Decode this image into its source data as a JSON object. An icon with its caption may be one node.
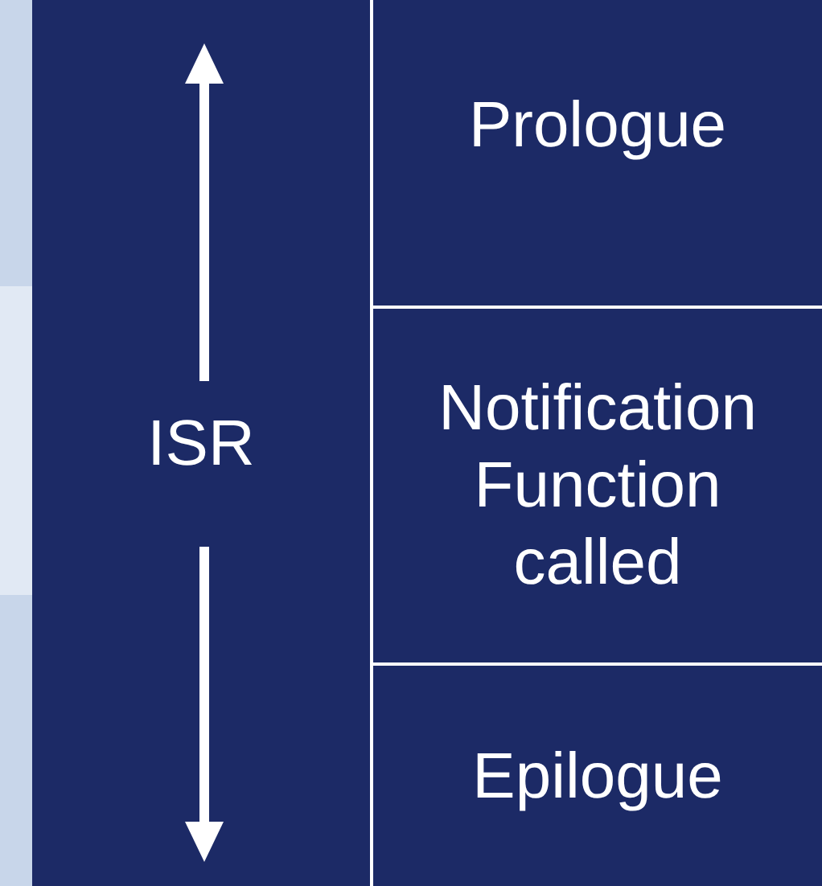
{
  "diagram": {
    "nodes": [
      {
        "text": [
          "ISR"
        ]
      },
      {
        "text": [
          "Prologue"
        ]
      },
      {
        "text": [
          "Notification Function called"
        ]
      },
      {
        "text": [
          "Epilogue"
        ]
      }
    ]
  }
}
